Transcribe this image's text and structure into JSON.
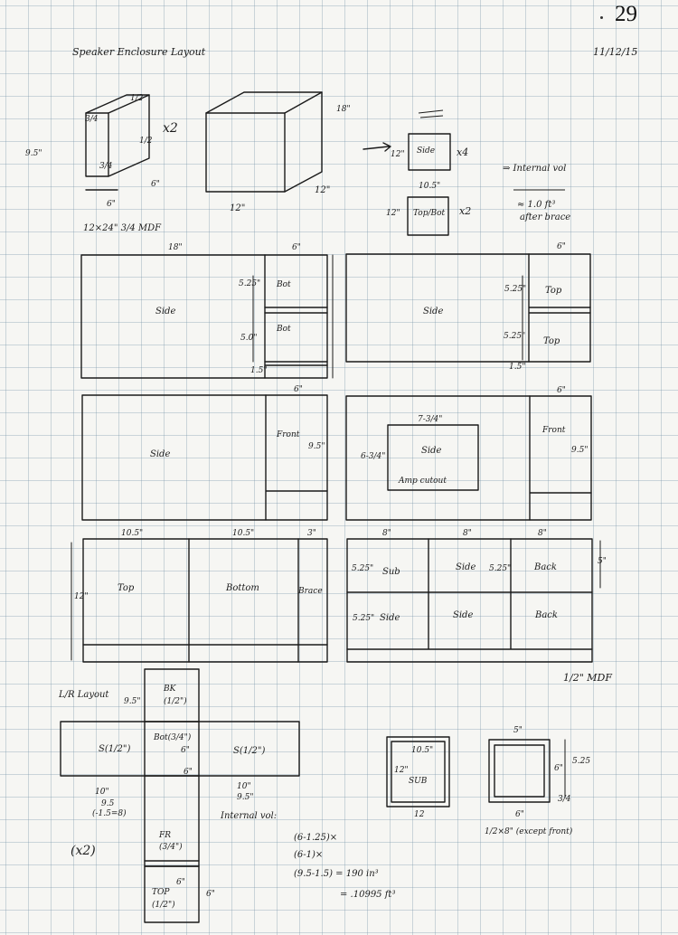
{
  "page_number": "29",
  "header": {
    "title": "Speaker Enclosure Layout",
    "date": "11/12/15"
  },
  "sketch": {
    "cube_small": {
      "top": "1/2",
      "left": "3/4",
      "right": "1/2",
      "bottom": "3/4",
      "side": "9.5\"",
      "count": "x2",
      "dim1": "6\"",
      "dim2": "6\""
    },
    "box_large": {
      "w": "12\"",
      "d": "12\"",
      "h": "18\""
    },
    "side_piece": {
      "w": "12\"",
      "label": "Side",
      "count": "x4"
    },
    "top_piece": {
      "w": "10.5\"",
      "h": "12\"",
      "label": "Top/Bot",
      "count": "x2"
    },
    "note": [
      "⇒ Internal vol",
      "≈ 1.0 ft³",
      "after brace"
    ],
    "material": "12×24\" 3/4 MDF",
    "material_half": "1/2\" MDF"
  },
  "panels": {
    "p1": {
      "w": "18\"",
      "main": "Side",
      "strip_w": "6\"",
      "labels": [
        "Bot",
        "Bot"
      ],
      "dims": [
        "5.25\"",
        "5.0\"",
        "1.5\""
      ]
    },
    "p2": {
      "main": "Side",
      "strip_w": "6\"",
      "labels": [
        "Top",
        "Top"
      ],
      "dims": [
        "5.25\"",
        "5.25\"",
        "1.5\""
      ]
    },
    "p3": {
      "main": "Side",
      "strip_w": "6\"",
      "labels": [
        "Front"
      ],
      "dims": [
        "9.5\""
      ]
    },
    "p4": {
      "main": "Side",
      "cutout": "Amp cutout",
      "cut_w": "7-3/4\"",
      "cut_h": "6-3/4\"",
      "strip_w": "6\"",
      "labels": [
        "Front"
      ],
      "dims": [
        "9.5\""
      ]
    },
    "p5": {
      "h": "12\"",
      "cols": [
        "10.5\"",
        "10.5\"",
        "3\""
      ],
      "labels": [
        "Top",
        "Bottom",
        "Brace"
      ]
    },
    "p6": {
      "cols": [
        "8\"",
        "8\"",
        "8\""
      ],
      "h": "5\"",
      "labels": [
        "Sub",
        "Side",
        "Back",
        "Side",
        "Side",
        "Back"
      ],
      "dims": [
        "5.25\"",
        "5.25\"",
        "5.25\""
      ]
    }
  },
  "layout": {
    "title": "L/R Layout",
    "bk": "BK",
    "bk_sub": "(1/2\")",
    "bot": "Bot(3/4\")",
    "bot_dim": "6\"",
    "s_left": "S(1/2\")",
    "s_right": "S(1/2\")",
    "fr": "FR",
    "fr_sub": "(3/4\")",
    "top": "TOP",
    "top_sub": "(1/2\")",
    "dims": [
      "9.5\"",
      "10\"",
      "9.5",
      "(-1.5=8)",
      "10\"",
      "9.5\"",
      "6\"",
      "6\"",
      "6\""
    ],
    "count": "(x2)"
  },
  "volume": {
    "heading": "Internal vol:",
    "lines": [
      "(6-1.25)×",
      "(6-1)×",
      "(9.5-1.5) = 190 in³",
      "= .10995 ft³"
    ]
  },
  "sub": {
    "w": "10.5\"",
    "h": "12\"",
    "label": "SUB",
    "bottom": "12"
  },
  "cube_front": {
    "top": "5\"",
    "side": "6\"",
    "dim": "5.25",
    "bottom": "6\"",
    "sub": "3/4",
    "note": "1/2×8\" (except front)"
  }
}
